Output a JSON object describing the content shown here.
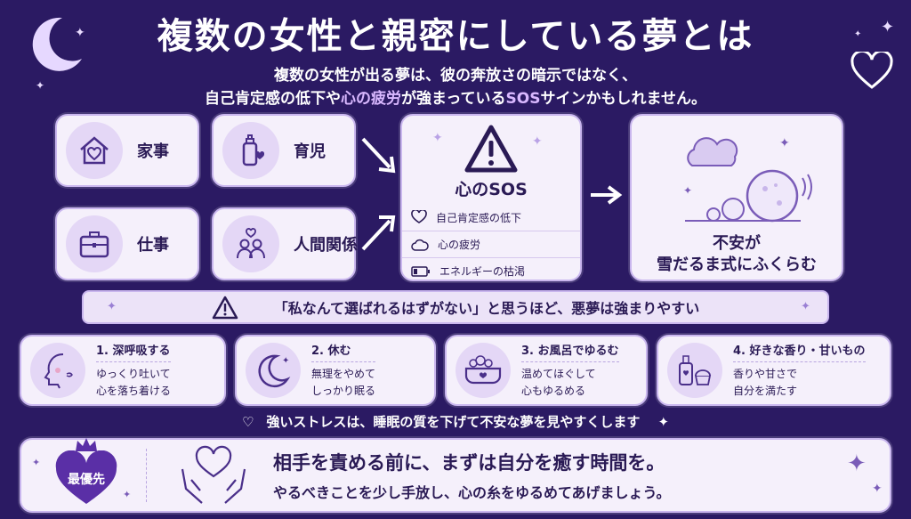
{
  "title": "複数の女性と親密にしている夢とは",
  "subtitle": {
    "line1": "複数の女性が出る夢は、彼の奔放さの暗示ではなく、",
    "line2_pre": "自己肯定感の低下や",
    "line2_hl1": "心の疲労",
    "line2_mid": "が強まっている",
    "line2_hl2": "SOS",
    "line2_post": "サインかもしれません。"
  },
  "categories": [
    {
      "label": "家事",
      "icon": "house-heart-icon"
    },
    {
      "label": "育児",
      "icon": "baby-bottle-icon"
    },
    {
      "label": "仕事",
      "icon": "briefcase-icon"
    },
    {
      "label": "人間関係",
      "icon": "people-heart-icon"
    }
  ],
  "sos": {
    "title": "心のSOS",
    "items": [
      {
        "label": "自己肯定感の低下",
        "icon": "heart-outline-icon"
      },
      {
        "label": "心の疲労",
        "icon": "cloud-icon"
      },
      {
        "label": "エネルギーの枯渇",
        "icon": "low-battery-icon"
      }
    ]
  },
  "snowball": {
    "line1": "不安が",
    "line2": "雪だるま式にふくらむ"
  },
  "warning": "「私なんて選ばれるはずがない」と思うほど、悪夢は強まりやすい",
  "tips": [
    {
      "title": "1. 深呼吸する",
      "line1": "ゆっくり吐いて",
      "line2": "心を落ち着ける",
      "icon": "face-breath-icon"
    },
    {
      "title": "2. 休む",
      "line1": "無理をやめて",
      "line2": "しっかり眠る",
      "icon": "moon-icon"
    },
    {
      "title": "3. お風呂でゆるむ",
      "line1": "温めてほぐして",
      "line2": "心もゆるめる",
      "icon": "bathtub-icon"
    },
    {
      "title": "4. 好きな香り・甘いもの",
      "line1": "香りや甘さで",
      "line2": "自分を満たす",
      "icon": "aroma-sweets-icon"
    }
  ],
  "stress_note": "強いストレスは、睡眠の質を下げて不安な夢を見やすくします",
  "bottom": {
    "badge": "最優先",
    "main": "相手を責める前に、まずは自分を癒す時間を。",
    "sub": "やるべきことを少し手放し、心の糸をゆるめてあげましょう。"
  },
  "colors": {
    "background": "#2b1a63",
    "card": "#f5f0fb",
    "accent": "#6b3fb8",
    "highlight": "#d9b8ff"
  }
}
